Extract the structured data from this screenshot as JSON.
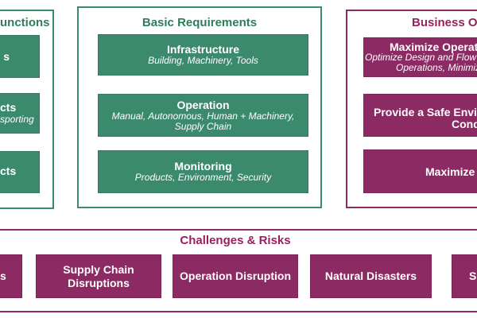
{
  "colors": {
    "green_fill": "#3c8a6e",
    "green_title": "#2f7c5a",
    "purple_fill": "#8c2a63",
    "purple_title": "#97205e",
    "box_text": "#ffffff"
  },
  "panels": {
    "functions": {
      "title_fragment": "unctions",
      "boxes": [
        {
          "title_fragment": "s"
        },
        {
          "title_fragment": "cts",
          "subtitle_fragment": "sporting"
        },
        {
          "title_fragment": "cts"
        }
      ]
    },
    "basic_requirements": {
      "title": "Basic Requirements",
      "boxes": [
        {
          "title": "Infrastructure",
          "subtitle": "Building, Machinery, Tools"
        },
        {
          "title": "Operation",
          "subtitle": "Manual, Autonomous, Human + Machinery, Supply Chain"
        },
        {
          "title": "Monitoring",
          "subtitle": "Products, Environment, Security"
        }
      ]
    },
    "business_objectives": {
      "title_fragment": "Business Ob",
      "boxes": [
        {
          "title_fragment": "Maximize Operatio",
          "subtitle_line1_fragment": "Optimize Design and Flow",
          "subtitle_line2_fragment": "Operations, Minimiz"
        },
        {
          "title_line1_fragment": "Provide a Safe Enviro",
          "title_line2_fragment": "Condit"
        },
        {
          "title_fragment": "Maximize S"
        }
      ]
    }
  },
  "challenges": {
    "title": "Challenges & Risks",
    "boxes": [
      {
        "label_fragment": "s"
      },
      {
        "label": "Supply Chain Disruptions"
      },
      {
        "label": "Operation Disruption"
      },
      {
        "label": "Natural Disasters"
      },
      {
        "label_fragment": "S"
      }
    ]
  }
}
